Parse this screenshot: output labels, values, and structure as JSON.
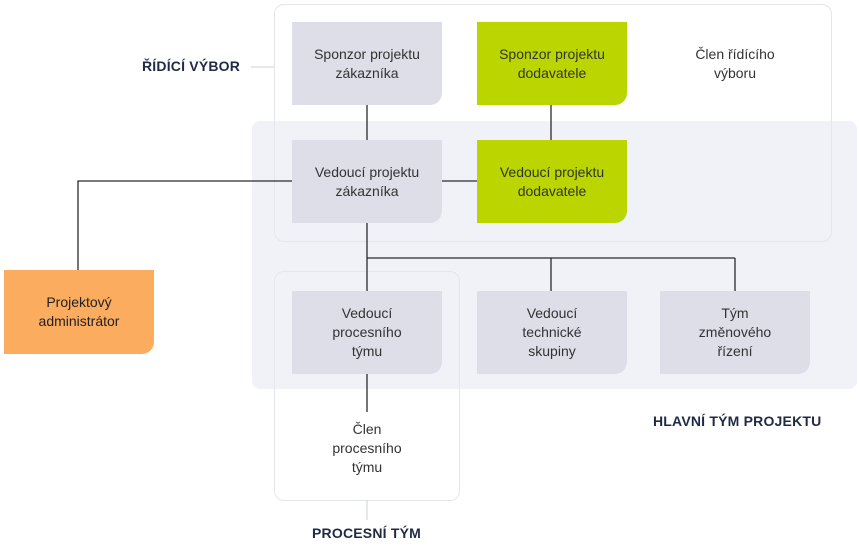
{
  "labels": {
    "steering_committee": "ŘÍDÍCÍ VÝBOR",
    "main_team": "HLAVNÍ TÝM PROJEKTU",
    "process_team": "PROCESNÍ TÝM"
  },
  "nodes": {
    "customer_sponsor": "Sponzor projektu\nzákazníka",
    "supplier_sponsor": "Sponzor projektu\ndodavatele",
    "committee_member": "Člen řídícího\nvýboru",
    "customer_pm": "Vedoucí projektu\nzákazníka",
    "supplier_pm": "Vedoucí projektu\ndodavatele",
    "project_admin": "Projektový\nadministrátor",
    "process_team_lead": "Vedoucí\nprocesního\ntýmu",
    "tech_group_lead": "Vedoucí\ntechnické\nskupiny",
    "change_mgmt_team": "Tým\nzměnového\nřízení",
    "process_team_member": "Člen\nprocesního\ntýmu"
  },
  "colors": {
    "gray": "#dddee8",
    "green": "#bbd500",
    "orange": "#fbac5e",
    "region": "#f1f2f8"
  }
}
